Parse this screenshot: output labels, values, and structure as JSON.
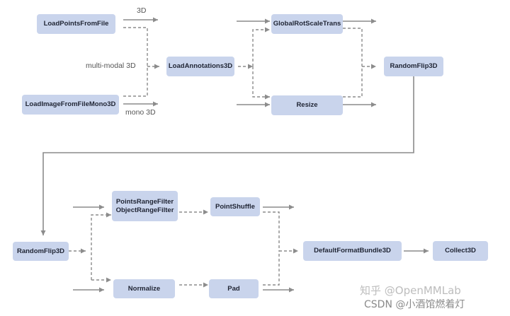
{
  "nodes": {
    "load_points": "LoadPointsFromFile",
    "load_image": "LoadImageFromFileMono3D",
    "load_annotations": "LoadAnnotations3D",
    "global_rot": "GlobalRotScaleTrans",
    "resize": "Resize",
    "random_flip_top": "RandomFlip3D",
    "random_flip_bottom": "RandomFlip3D",
    "points_range_filter": "PointsRangeFilter",
    "object_range_filter": "ObjectRangeFilter",
    "point_shuffle": "PointShuffle",
    "normalize": "Normalize",
    "pad": "Pad",
    "default_format": "DefaultFormatBundle3D",
    "collect": "Collect3D"
  },
  "labels": {
    "three_d": "3D",
    "multi_modal": "multi-modal 3D",
    "mono": "mono 3D"
  },
  "watermark": {
    "line1": "知乎 @OpenMMLab",
    "line2": "CSDN @小酒馆燃着灯"
  },
  "colors": {
    "node_fill": "#c9d4ec",
    "arrow": "#8c8c8c",
    "text": "#1f2433"
  }
}
